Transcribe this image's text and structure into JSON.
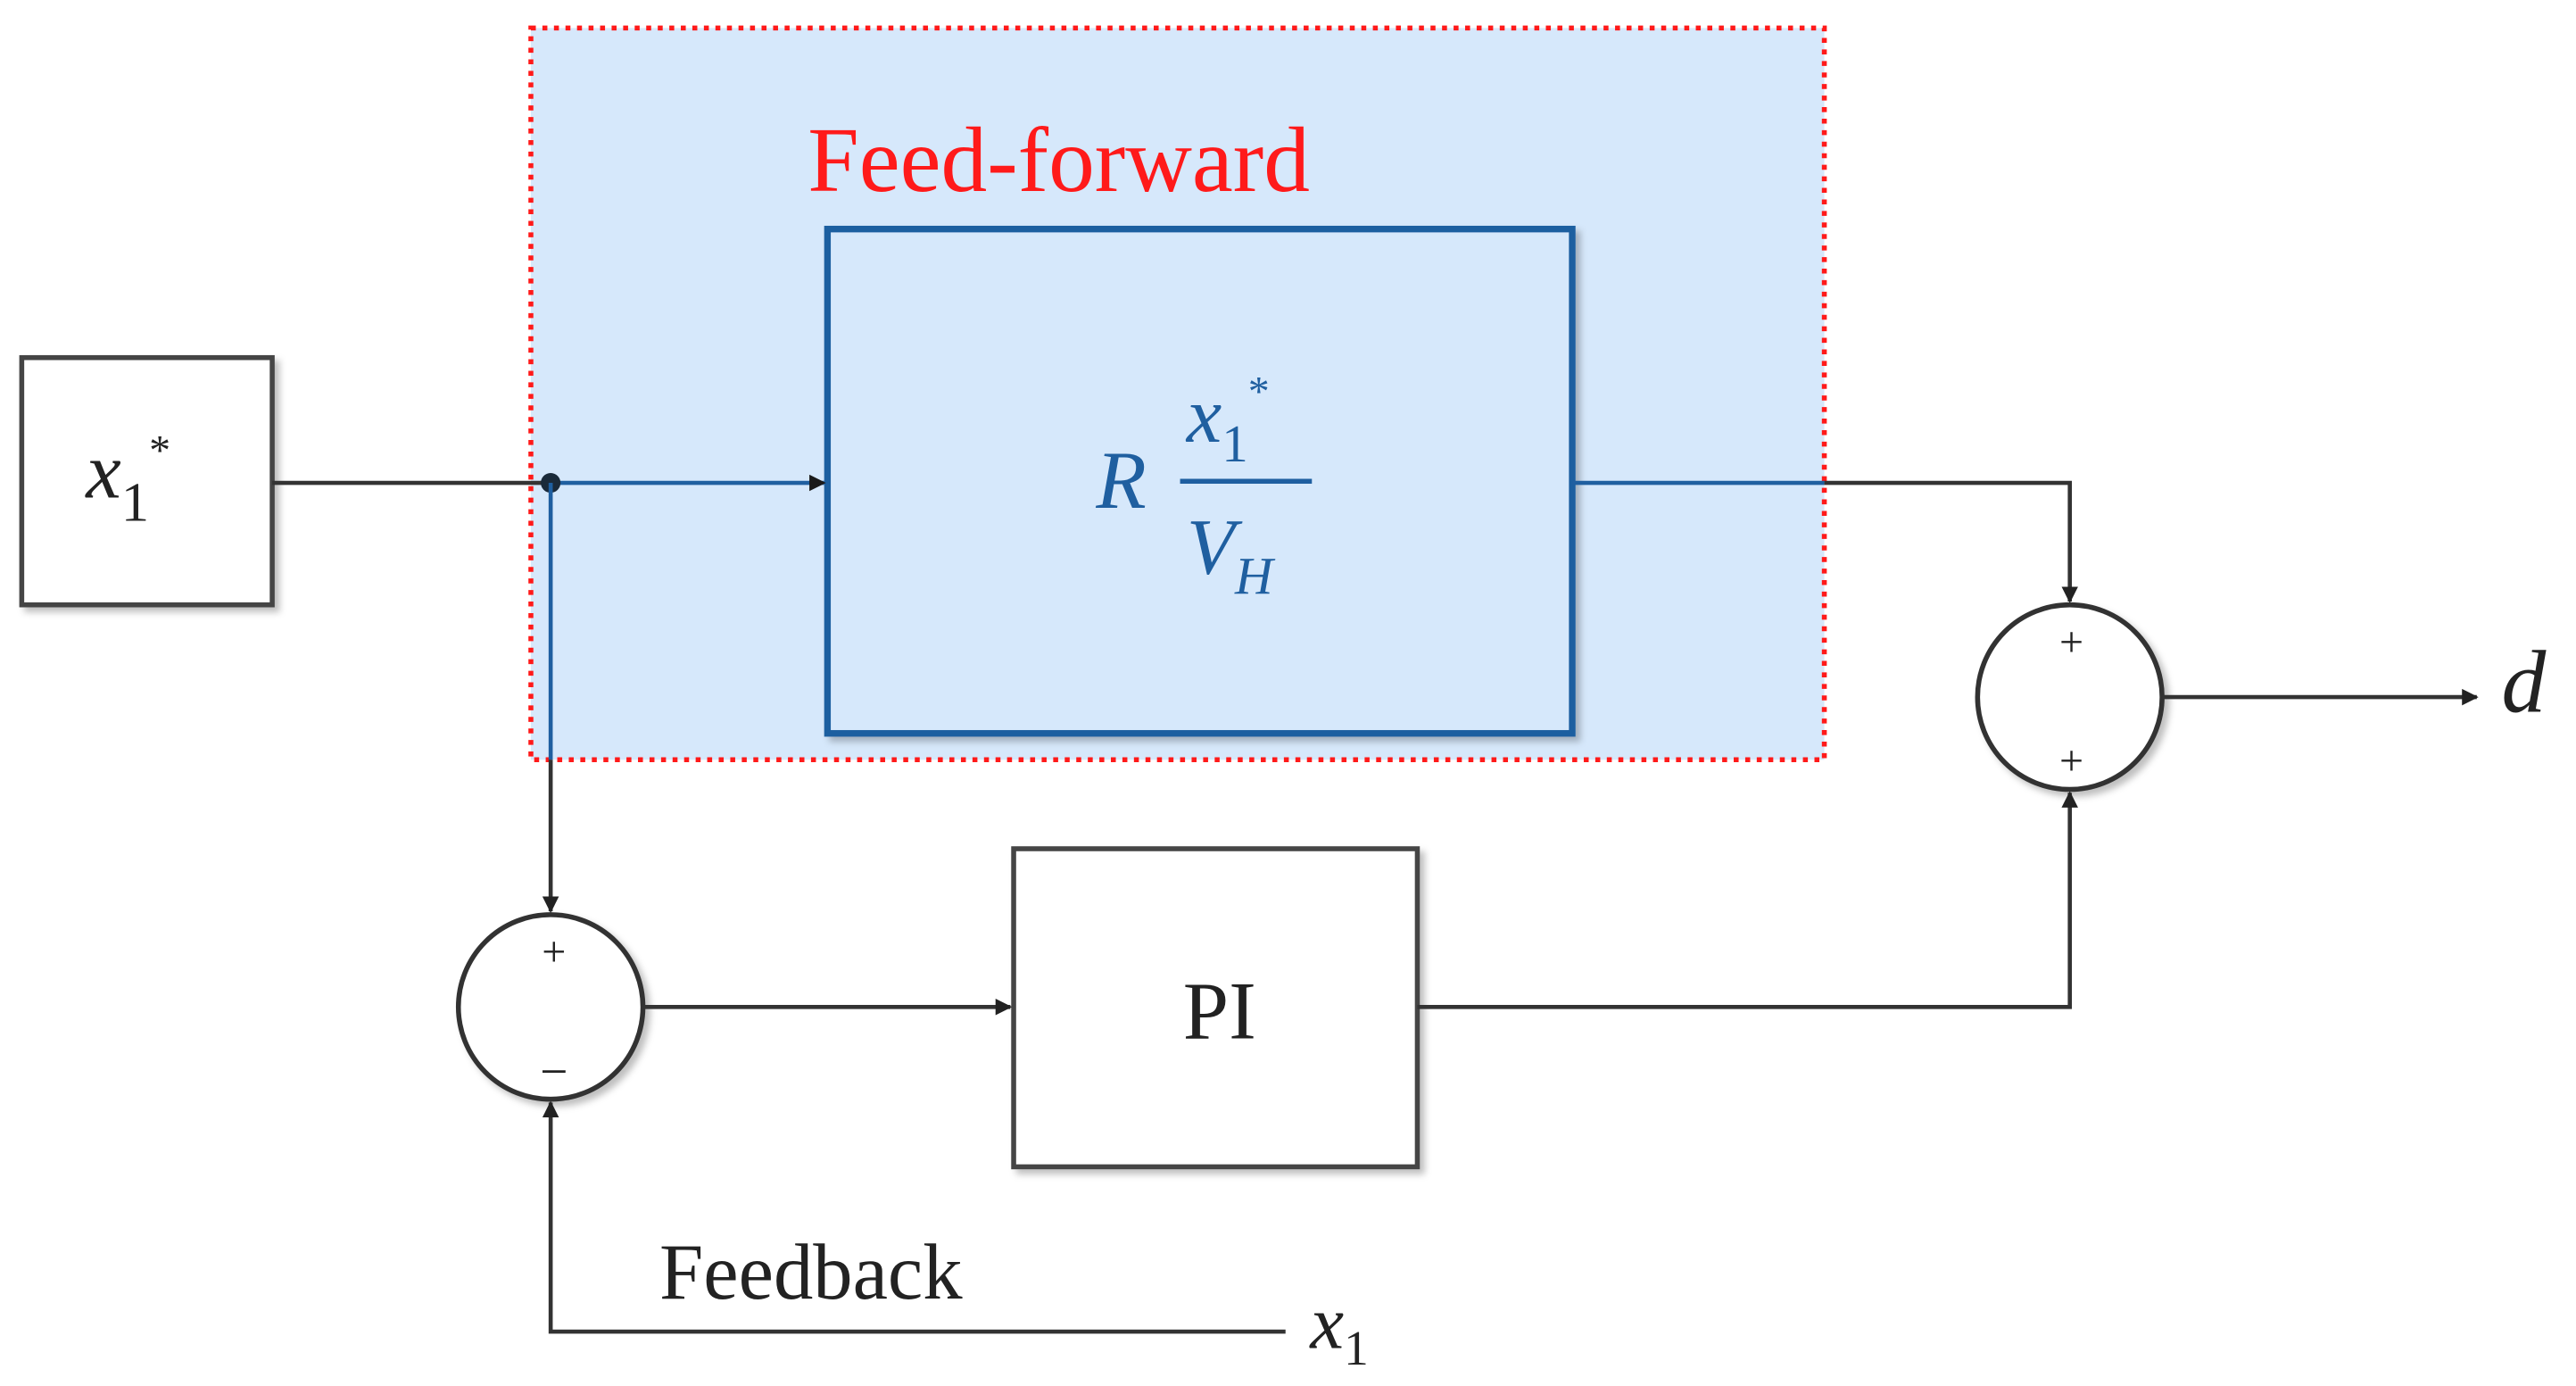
{
  "region": {
    "label": "Feed-forward",
    "label_color": "#ff1a1a",
    "fill_color": "#d6e8fb",
    "border_color": "#ff1a1a"
  },
  "blocks": {
    "reference": {
      "symbol": "x",
      "subscript": "1",
      "superscript": "*"
    },
    "feedforward": {
      "gain": "R",
      "numerator_symbol": "x",
      "numerator_subscript": "1",
      "numerator_superscript": "*",
      "denominator_symbol": "V",
      "denominator_subscript": "H",
      "color": "#1f5fa0"
    },
    "controller": {
      "label": "PI"
    }
  },
  "summers": {
    "error": {
      "top_sign": "+",
      "bottom_sign": "−"
    },
    "output": {
      "top_sign": "+",
      "bottom_sign": "+"
    }
  },
  "signals": {
    "feedback_label": "Feedback",
    "measured_symbol": "x",
    "measured_subscript": "1",
    "output_label": "d"
  },
  "colors": {
    "line": "#333333",
    "blue_line": "#1f5fa0"
  }
}
